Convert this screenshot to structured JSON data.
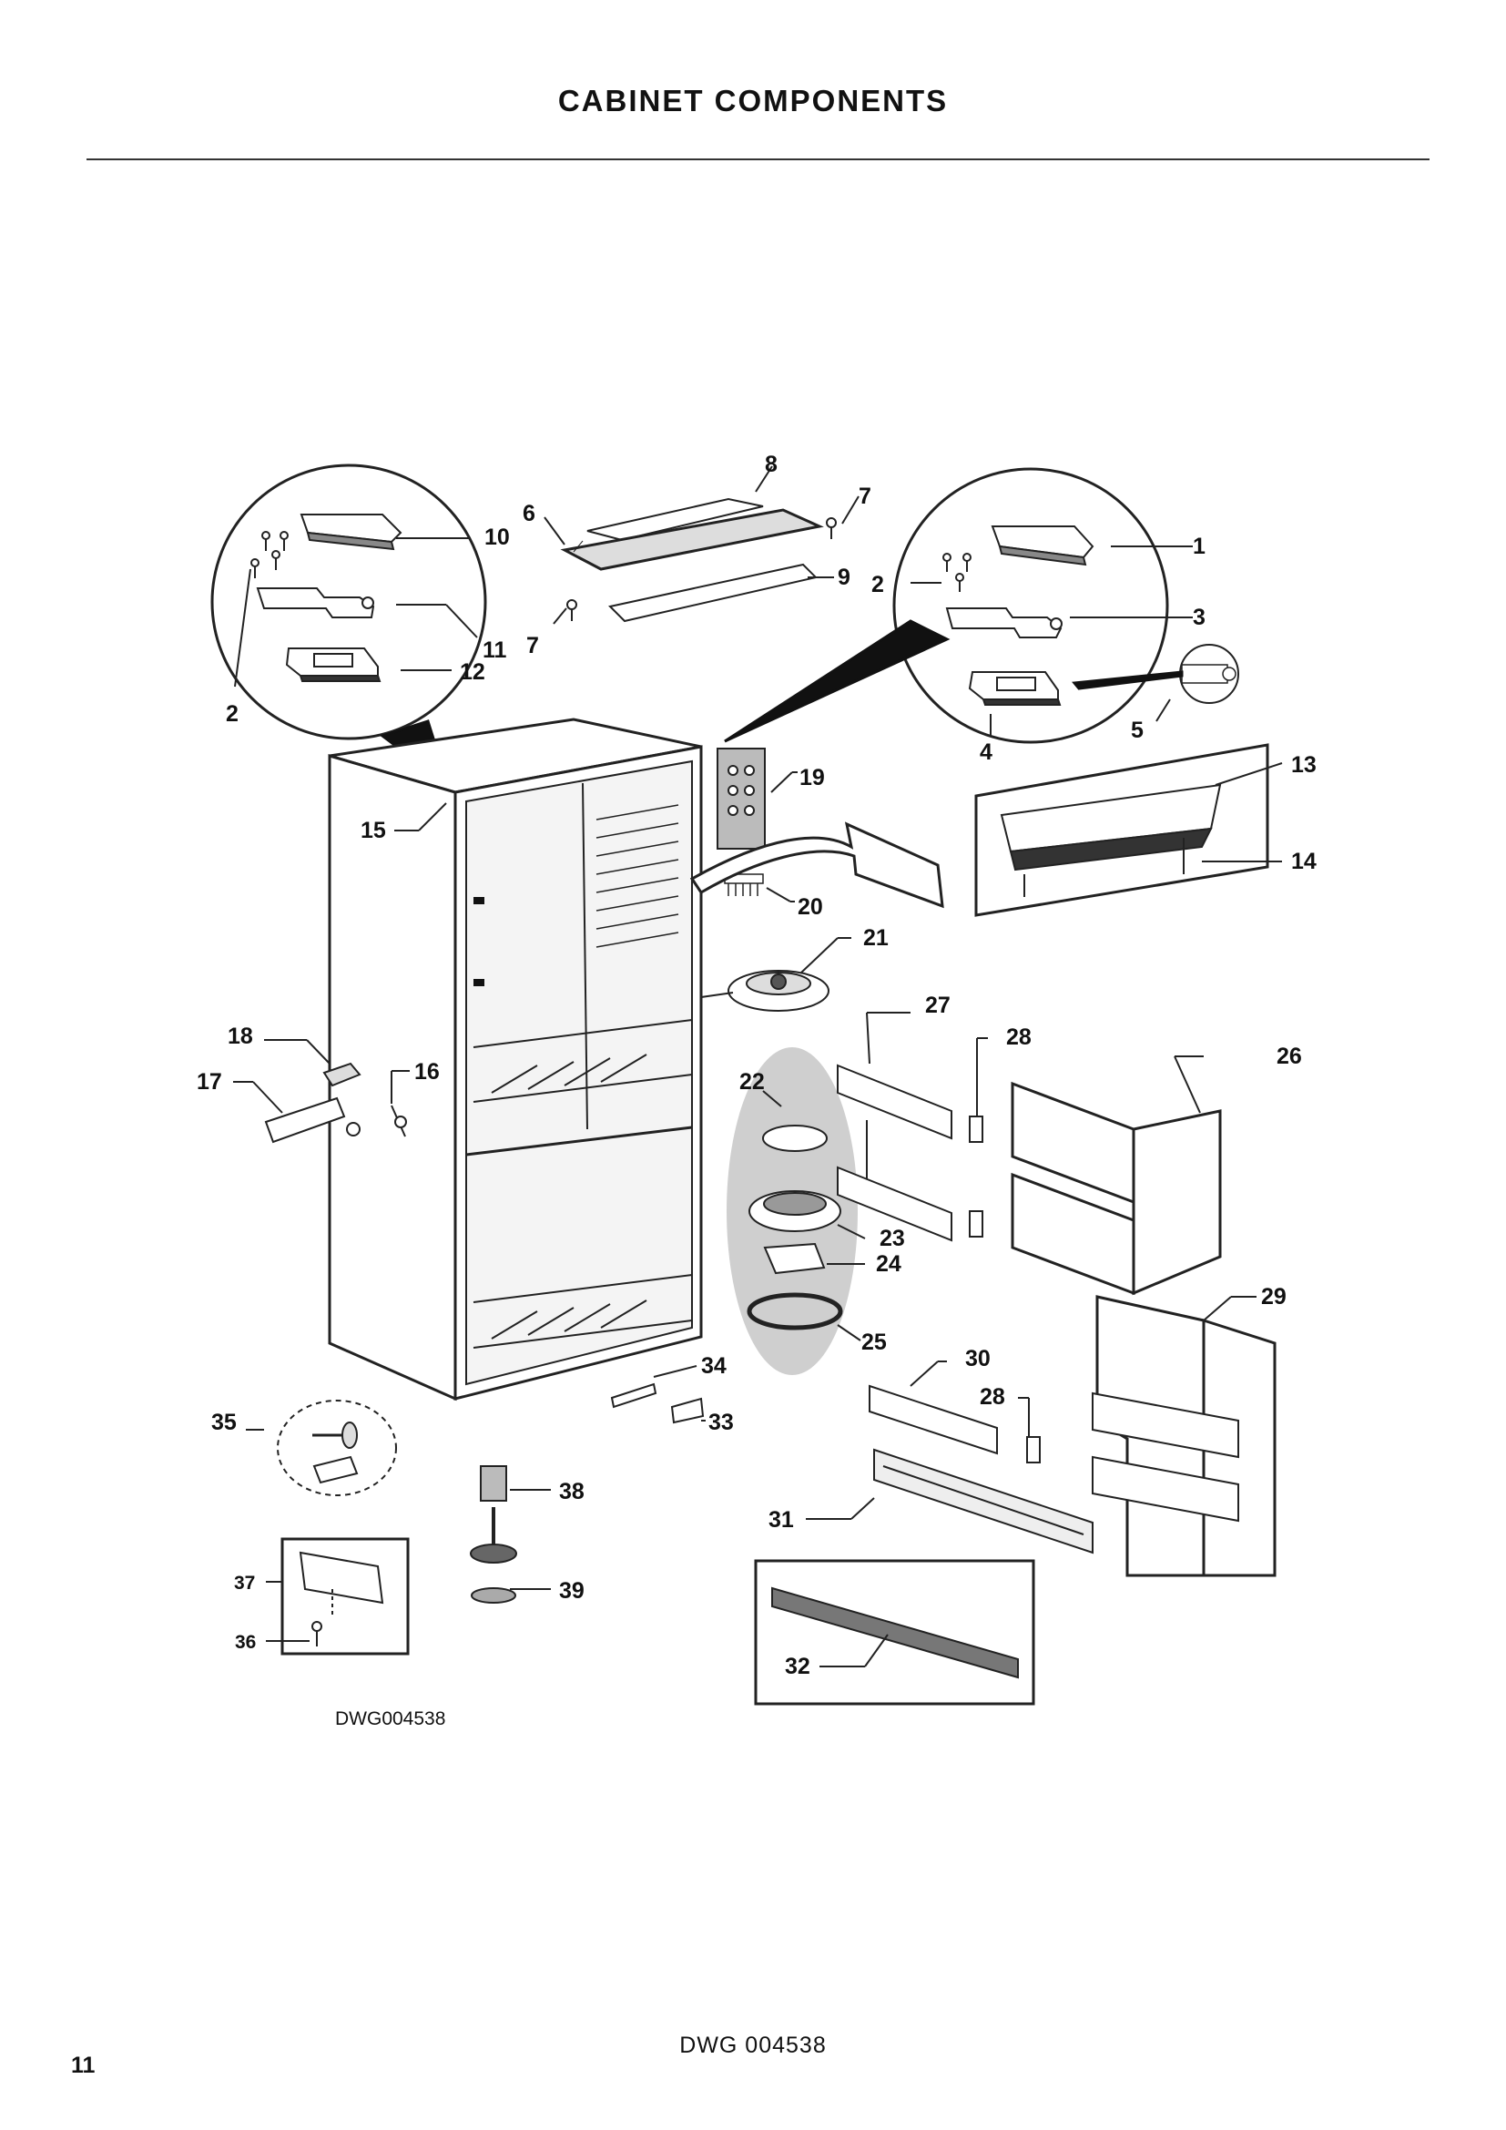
{
  "page": {
    "title": "CABINET COMPONENTS",
    "drawing_code": "DWG004538",
    "footer_code": "DWG 004538",
    "page_number": "11"
  },
  "callouts": [
    {
      "id": "c1",
      "label": "1"
    },
    {
      "id": "c2a",
      "label": "2"
    },
    {
      "id": "c2b",
      "label": "2"
    },
    {
      "id": "c3",
      "label": "3"
    },
    {
      "id": "c4",
      "label": "4"
    },
    {
      "id": "c5",
      "label": "5"
    },
    {
      "id": "c6",
      "label": "6"
    },
    {
      "id": "c7a",
      "label": "7"
    },
    {
      "id": "c7b",
      "label": "7"
    },
    {
      "id": "c8",
      "label": "8"
    },
    {
      "id": "c9",
      "label": "9"
    },
    {
      "id": "c10",
      "label": "10"
    },
    {
      "id": "c11",
      "label": "11"
    },
    {
      "id": "c12",
      "label": "12"
    },
    {
      "id": "c13",
      "label": "13"
    },
    {
      "id": "c14",
      "label": "14"
    },
    {
      "id": "c15",
      "label": "15"
    },
    {
      "id": "c16",
      "label": "16"
    },
    {
      "id": "c17",
      "label": "17"
    },
    {
      "id": "c18",
      "label": "18"
    },
    {
      "id": "c19",
      "label": "19"
    },
    {
      "id": "c20",
      "label": "20"
    },
    {
      "id": "c21",
      "label": "21"
    },
    {
      "id": "c22",
      "label": "22"
    },
    {
      "id": "c23",
      "label": "23"
    },
    {
      "id": "c24",
      "label": "24"
    },
    {
      "id": "c25",
      "label": "25"
    },
    {
      "id": "c26",
      "label": "26"
    },
    {
      "id": "c27",
      "label": "27"
    },
    {
      "id": "c28a",
      "label": "28"
    },
    {
      "id": "c28b",
      "label": "28"
    },
    {
      "id": "c29",
      "label": "29"
    },
    {
      "id": "c30",
      "label": "30"
    },
    {
      "id": "c31",
      "label": "31"
    },
    {
      "id": "c32",
      "label": "32"
    },
    {
      "id": "c33",
      "label": "33"
    },
    {
      "id": "c34",
      "label": "34"
    },
    {
      "id": "c35",
      "label": "35"
    },
    {
      "id": "c36",
      "label": "36"
    },
    {
      "id": "c37",
      "label": "37"
    },
    {
      "id": "c38",
      "label": "38"
    },
    {
      "id": "c39",
      "label": "39"
    }
  ]
}
